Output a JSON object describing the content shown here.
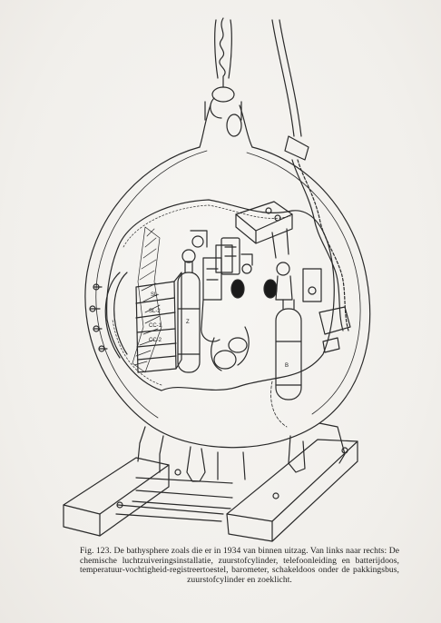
{
  "figure": {
    "number_label": "Fig. 123.",
    "caption_text": "De bathysphere zoals die er in 1934 van binnen uitzag. Van links naar rechts: De chemische luchtzuiveringsinstallatie, zuurstofcylinder, telefoonleiding en batterijdoos, temperatuur-vochtigheid-registreertoestel, barometer, schakeldoos onder de pakkingsbus, zuurstofcylinder en zoeklicht."
  },
  "tray_labels": [
    "SL-",
    "SL-2",
    "CC-1",
    "CC-2"
  ],
  "tank_labels": [
    "Z",
    "B"
  ]
}
